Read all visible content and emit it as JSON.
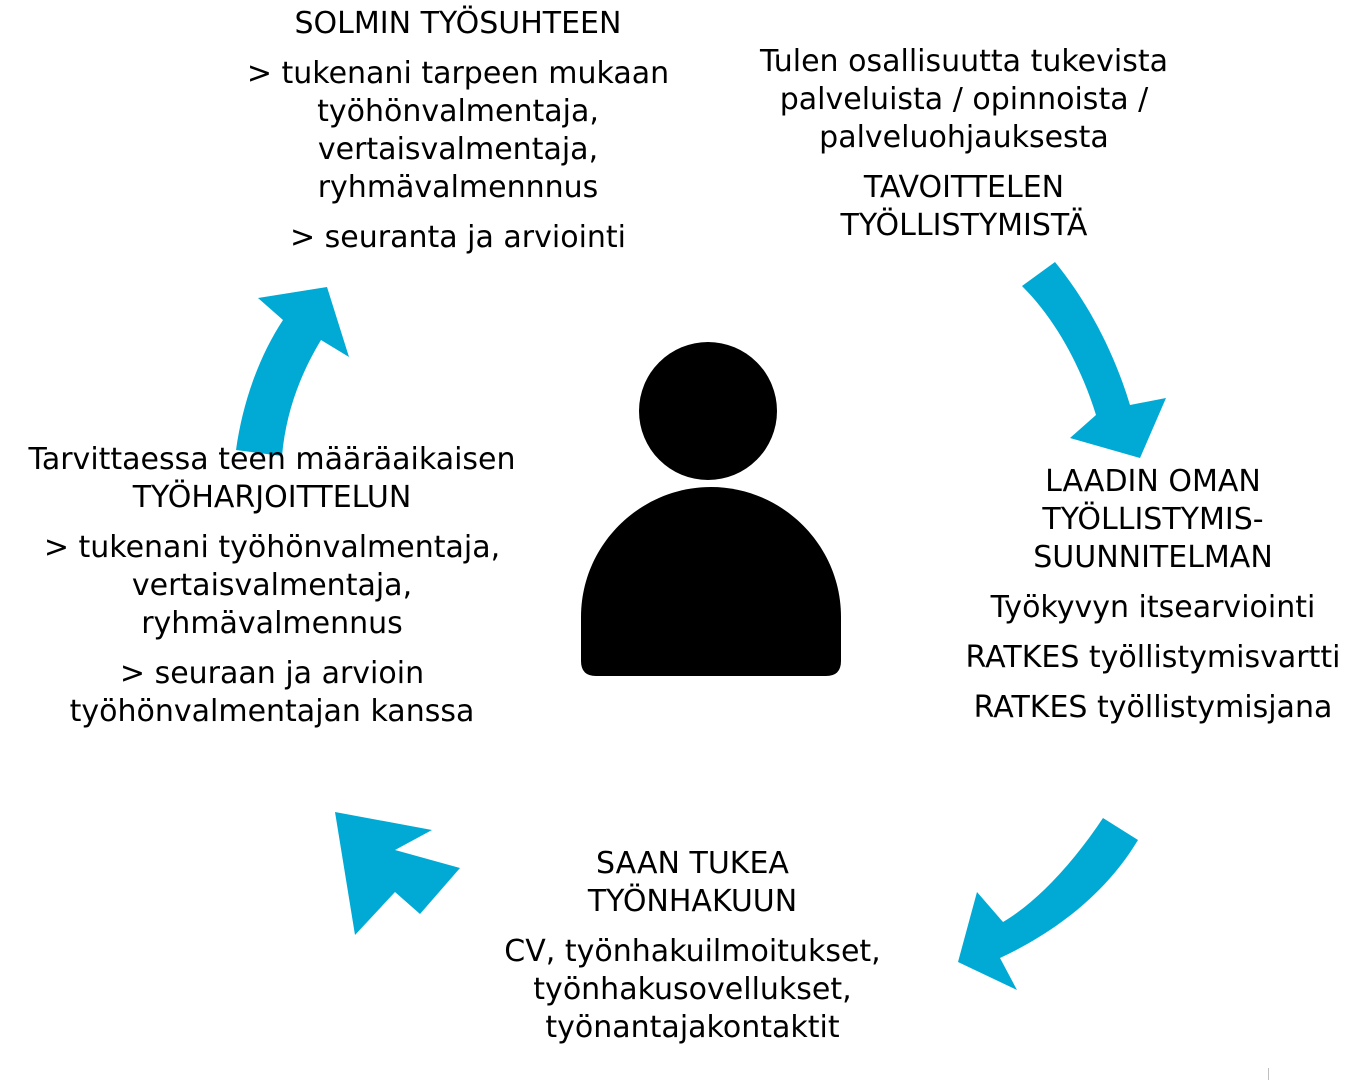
{
  "colors": {
    "arrow": "#00aad4",
    "person": "#000000"
  },
  "icon": "person-icon",
  "top_left": {
    "title": "SOLMIN TYÖSUHTEEN",
    "lines": [
      "> tukenani tarpeen mukaan",
      "työhönvalmentaja,",
      "vertaisvalmentaja,",
      "ryhmävalmennnus"
    ],
    "last": "> seuranta ja arviointi"
  },
  "top_right": {
    "lines": [
      "Tulen osallisuutta tukevista",
      "palveluista / opinnoista /",
      "palveluohjauksesta"
    ],
    "title": [
      "TAVOITTELEN",
      "TYÖLLISTYMISTÄ"
    ]
  },
  "right": {
    "title": [
      "LAADIN OMAN",
      "TYÖLLISTYMIS-",
      "SUUNNITELMAN"
    ],
    "items": [
      "Työkyvyn itsearviointi",
      "RATKES työllistymisvartti",
      "RATKES työllistymisjana"
    ]
  },
  "bottom": {
    "title": [
      "SAAN TUKEA",
      "TYÖNHAKUUN"
    ],
    "lines": [
      "CV, työnhakuilmoitukset,",
      "työnhakusovellukset,",
      "työnantajakontaktit"
    ]
  },
  "left": {
    "title": [
      "Tarvittaessa teen määräaikaisen",
      "TYÖHARJOITTELUN"
    ],
    "support": [
      "> tukenani työhönvalmentaja,",
      "vertaisvalmentaja,",
      "ryhmävalmennus"
    ],
    "follow": [
      "> seuraan ja arvioin",
      "työhönvalmentajan kanssa"
    ]
  }
}
